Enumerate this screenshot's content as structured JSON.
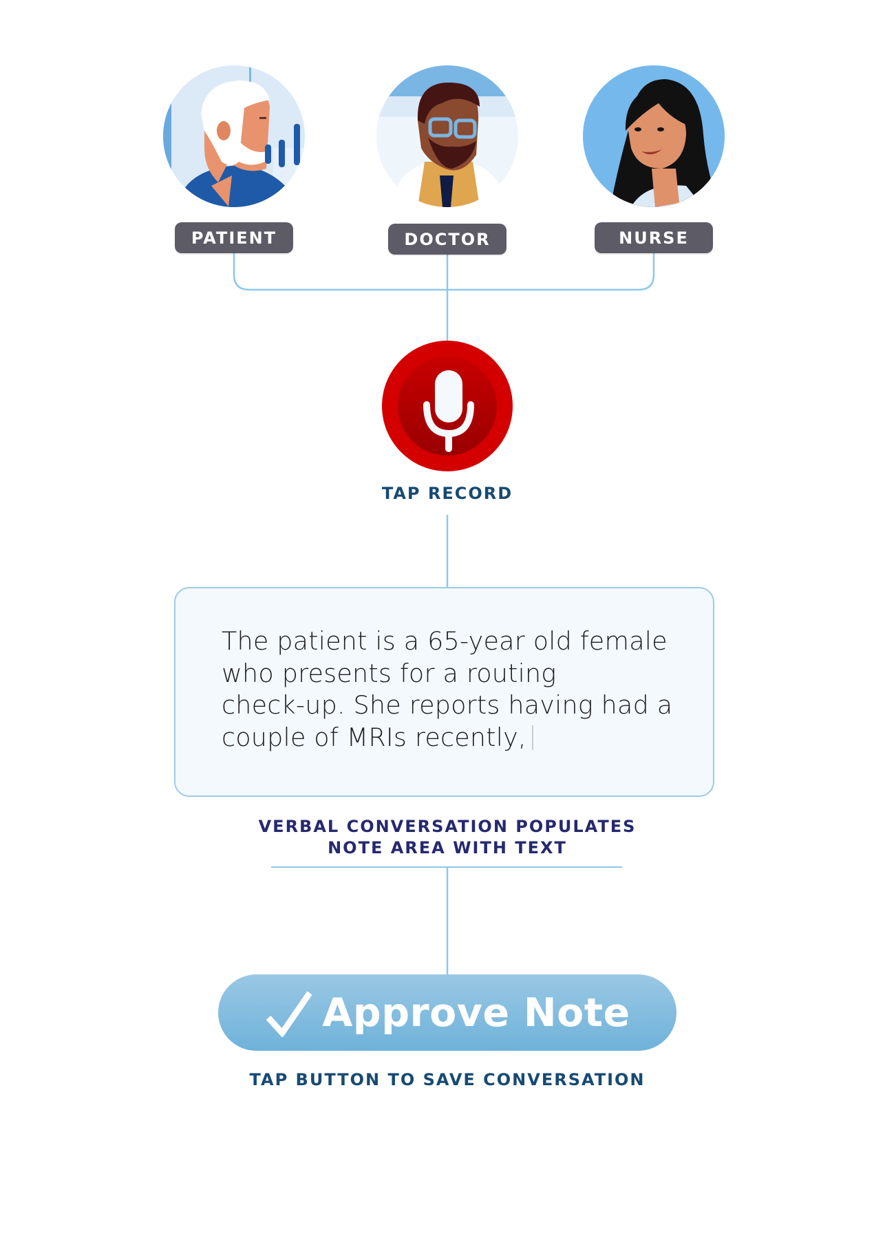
{
  "roles": [
    {
      "id": "patient",
      "label": "PATIENT"
    },
    {
      "id": "doctor",
      "label": "DOCTOR"
    },
    {
      "id": "nurse",
      "label": "NURSE"
    }
  ],
  "record": {
    "icon": "microphone-icon",
    "caption": "TAP RECORD"
  },
  "note": {
    "lines": [
      "The patient is a 65-year old female",
      "who presents for a routing",
      "check-up. She reports having had a",
      "couple of MRIs recently,"
    ],
    "caret_visible": true
  },
  "note_caption": {
    "line1": "VERBAL CONVERSATION POPULATES",
    "line2": "NOTE AREA WITH TEXT"
  },
  "approve": {
    "icon": "checkmark-icon",
    "label": "Approve Note",
    "caption": "TAP BUTTON TO SAVE CONVERSATION"
  },
  "colors": {
    "pill": "#5c5b66",
    "record_red": "#d40000",
    "connector": "#8fc8e8",
    "caption_blue": "#174a72",
    "caption_navy": "#26296e",
    "approve_blue": "#7fbadf",
    "note_bg": "#f4f9fd"
  }
}
